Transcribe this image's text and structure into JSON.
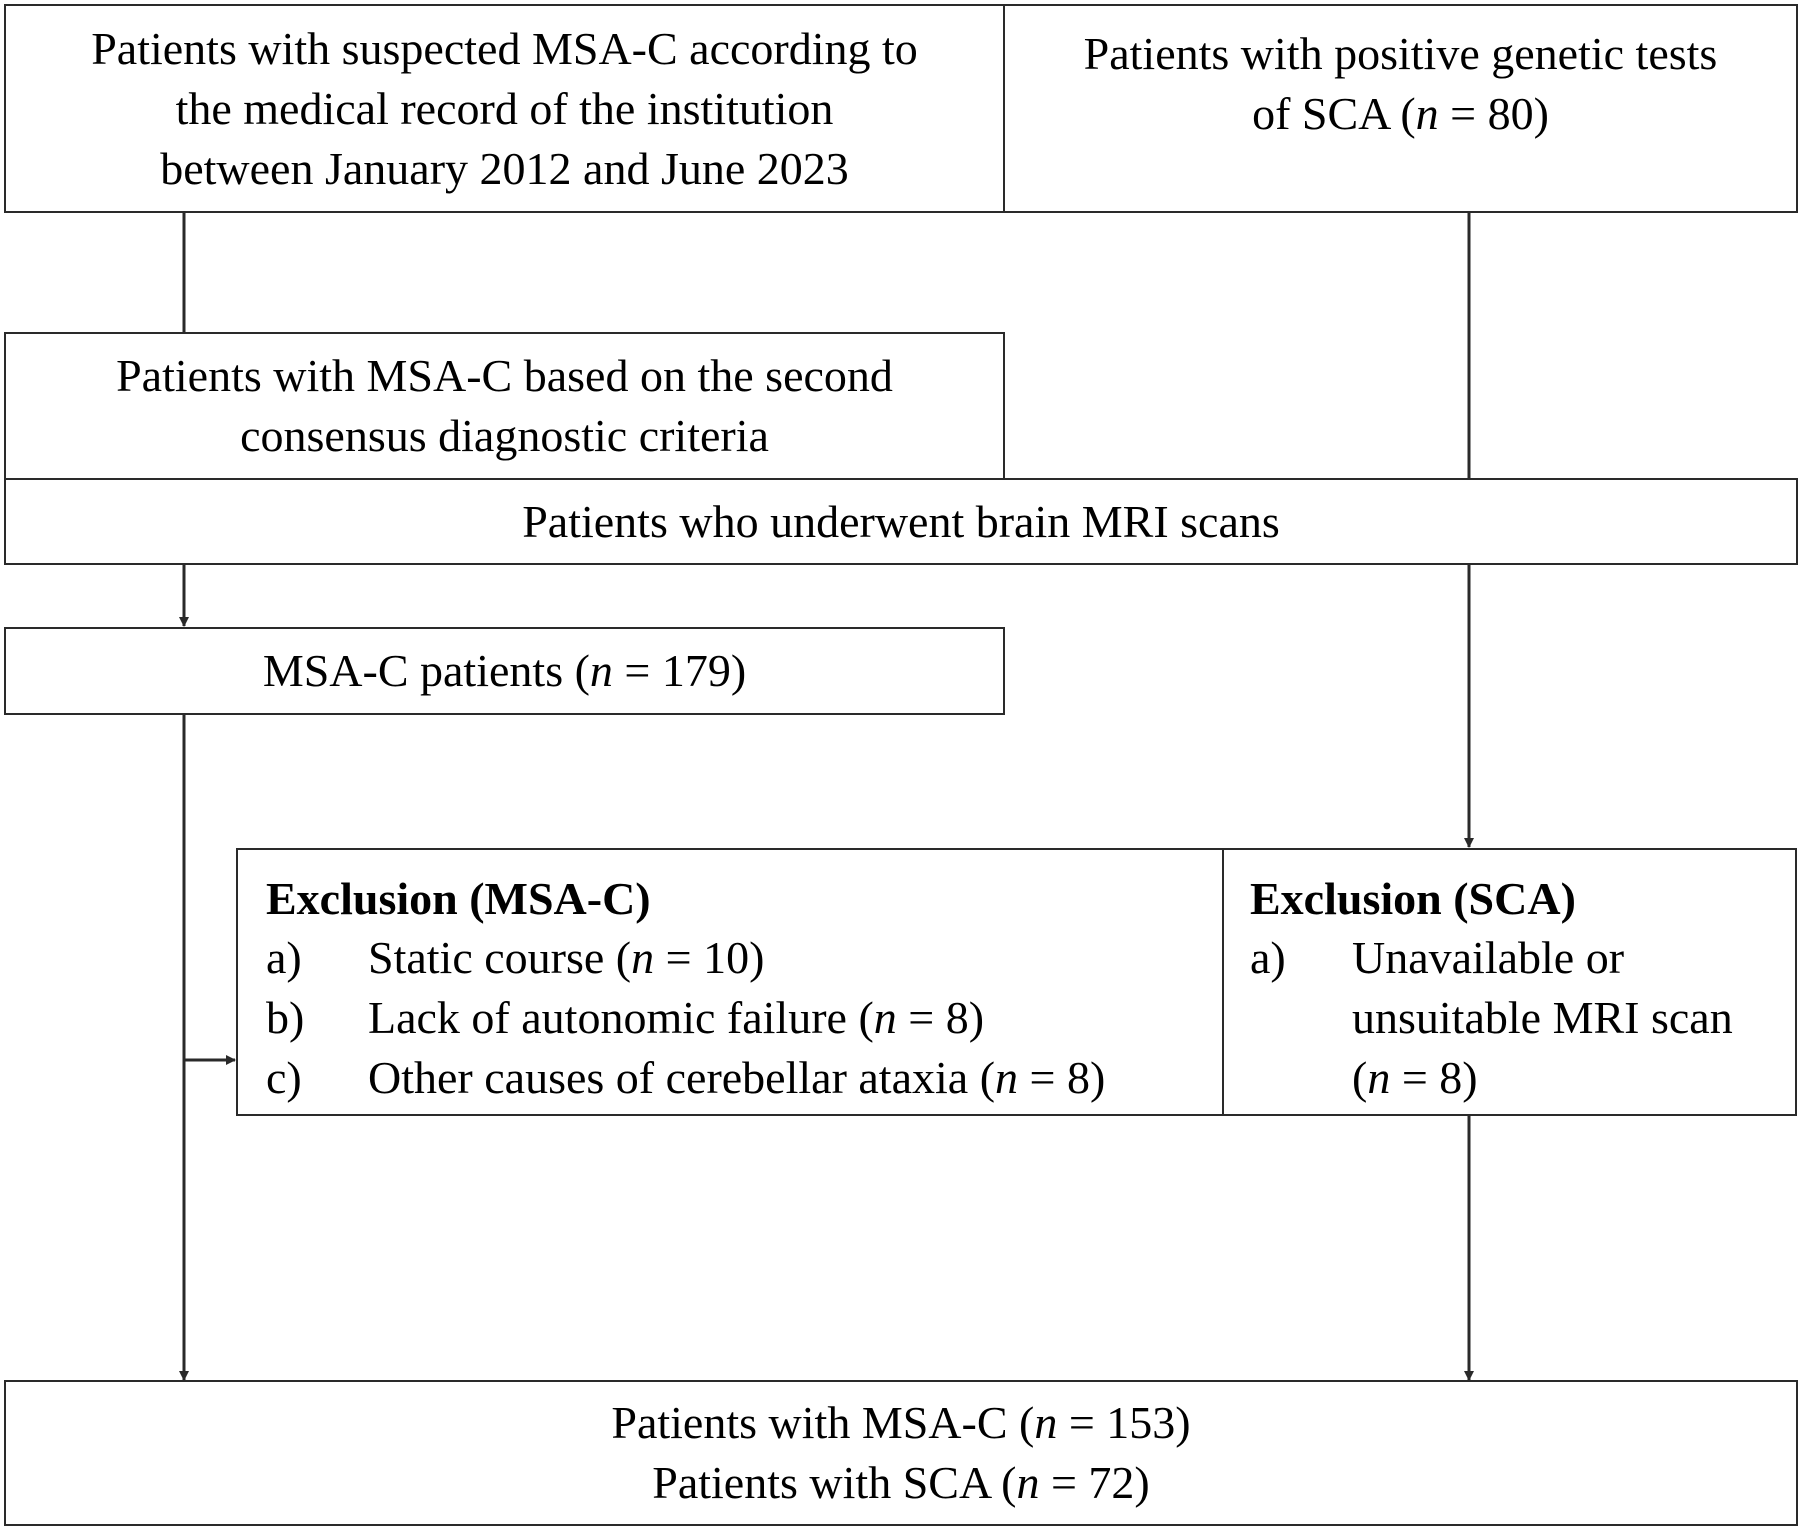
{
  "boxes": {
    "suspected": {
      "lines": [
        "Patients with suspected MSA-C according to",
        "the medical record of the institution",
        "between January 2012 and June 2023"
      ]
    },
    "genetic": {
      "line1": "Patients with positive genetic tests",
      "line2_pre": "of SCA (",
      "line2_n": "n",
      "line2_post": " = 80)"
    },
    "criteria": {
      "lines": [
        "Patients with MSA-C based on the second",
        "consensus diagnostic criteria"
      ]
    },
    "mri": {
      "text": "Patients who underwent brain MRI scans"
    },
    "msac_patients": {
      "pre": "MSA-C patients (",
      "n": "n",
      "post": " = 179)"
    },
    "exclusion_msac": {
      "title": "Exclusion (MSA-C)",
      "items": [
        {
          "marker": "a)",
          "pre": "Static course (",
          "n": "n",
          "post": " = 10)"
        },
        {
          "marker": "b)",
          "pre": "Lack of autonomic failure (",
          "n": "n",
          "post": " = 8)"
        },
        {
          "marker": "c)",
          "pre": "Other causes of cerebellar ataxia (",
          "n": "n",
          "post": " = 8)"
        }
      ]
    },
    "exclusion_sca": {
      "title": "Exclusion (SCA)",
      "marker": "a)",
      "line1": "Unavailable or",
      "line2": "unsuitable MRI scan",
      "line3_pre": "(",
      "line3_n": "n",
      "line3_post": " = 8)"
    },
    "final": {
      "line1_pre": "Patients with MSA-C (",
      "line1_n": "n",
      "line1_post": " = 153)",
      "line2_pre": "Patients with SCA (",
      "line2_n": "n",
      "line2_post": " = 72)"
    }
  },
  "colors": {
    "line": "#2a2a2a",
    "background": "#ffffff"
  }
}
